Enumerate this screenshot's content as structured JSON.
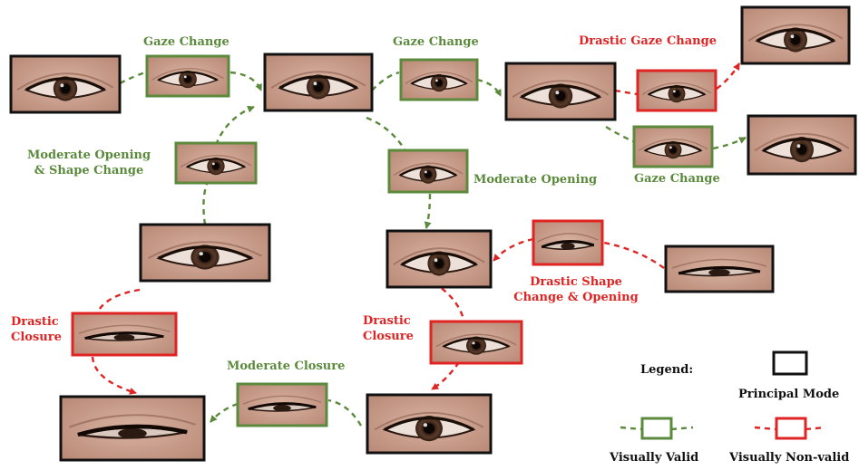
{
  "colors": {
    "valid": "#5b8a3c",
    "non_valid": "#e02424",
    "principal": "#111111",
    "skin": "#c9a08e",
    "iris": "#4a2f22"
  },
  "transitions": {
    "gaze_change_1": "Gaze Change",
    "gaze_change_2": "Gaze Change",
    "gaze_change_3": "Gaze Change",
    "drastic_gaze_change": "Drastic Gaze Change",
    "moderate_opening_shape": [
      "Moderate Opening",
      "& Shape Change"
    ],
    "moderate_opening": "Moderate Opening",
    "drastic_shape_opening": [
      "Drastic Shape",
      "Change & Opening"
    ],
    "drastic_closure_left": [
      "Drastic",
      "Closure"
    ],
    "drastic_closure_mid": [
      "Drastic",
      "Closure"
    ],
    "moderate_closure": "Moderate Closure"
  },
  "legend": {
    "title": "Legend:",
    "principal": "Principal Mode",
    "valid": "Visually Valid",
    "non_valid": "Visually Non-valid"
  }
}
